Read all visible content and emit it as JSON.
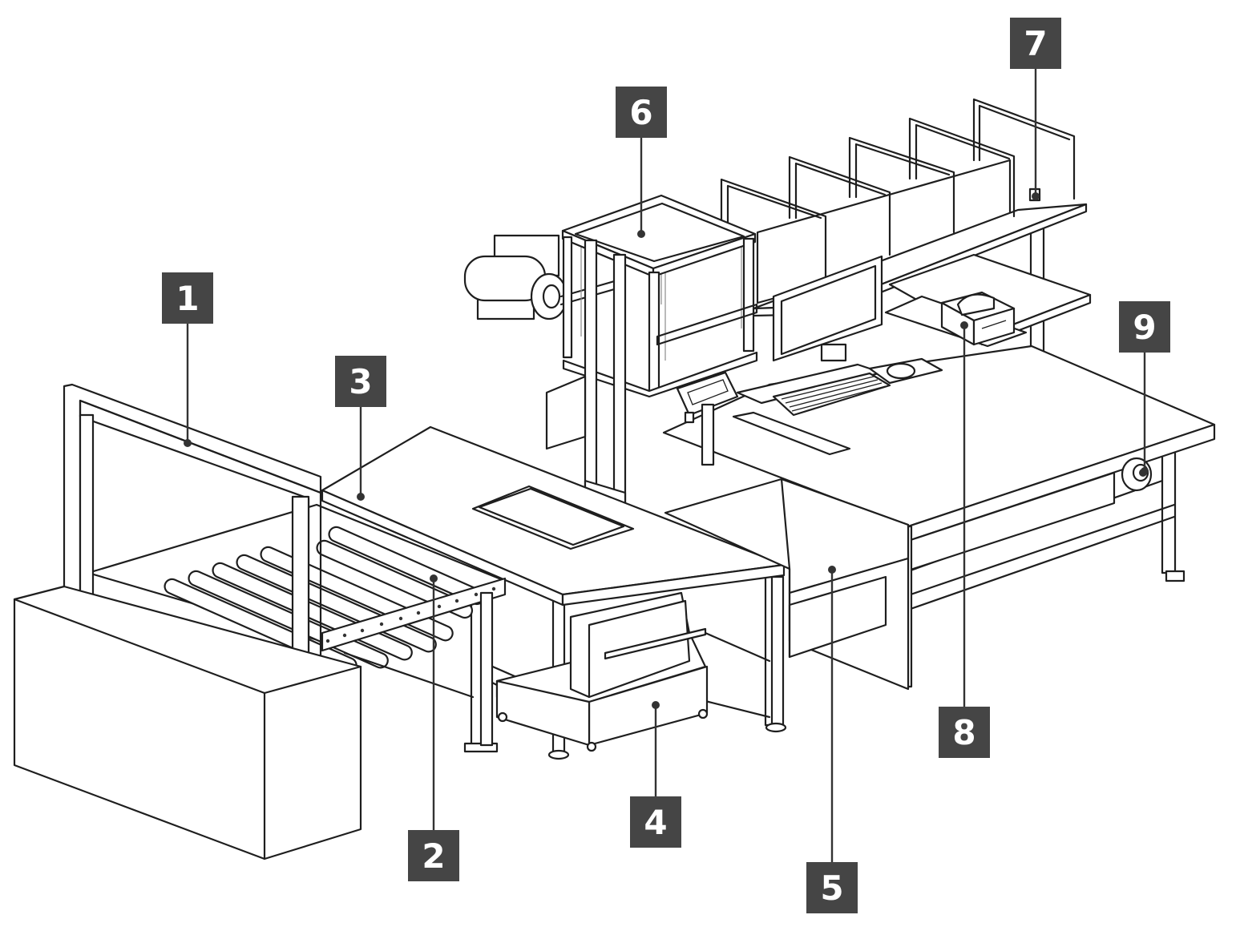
{
  "callouts": [
    {
      "id": "callout-1",
      "label": "1"
    },
    {
      "id": "callout-2",
      "label": "2"
    },
    {
      "id": "callout-3",
      "label": "3"
    },
    {
      "id": "callout-4",
      "label": "4"
    },
    {
      "id": "callout-5",
      "label": "5"
    },
    {
      "id": "callout-6",
      "label": "6"
    },
    {
      "id": "callout-7",
      "label": "7"
    },
    {
      "id": "callout-8",
      "label": "8"
    },
    {
      "id": "callout-9",
      "label": "9"
    }
  ],
  "colors": {
    "tag_background": "#454545",
    "tag_text": "#ffffff",
    "line_art": "#1e1e1e"
  }
}
